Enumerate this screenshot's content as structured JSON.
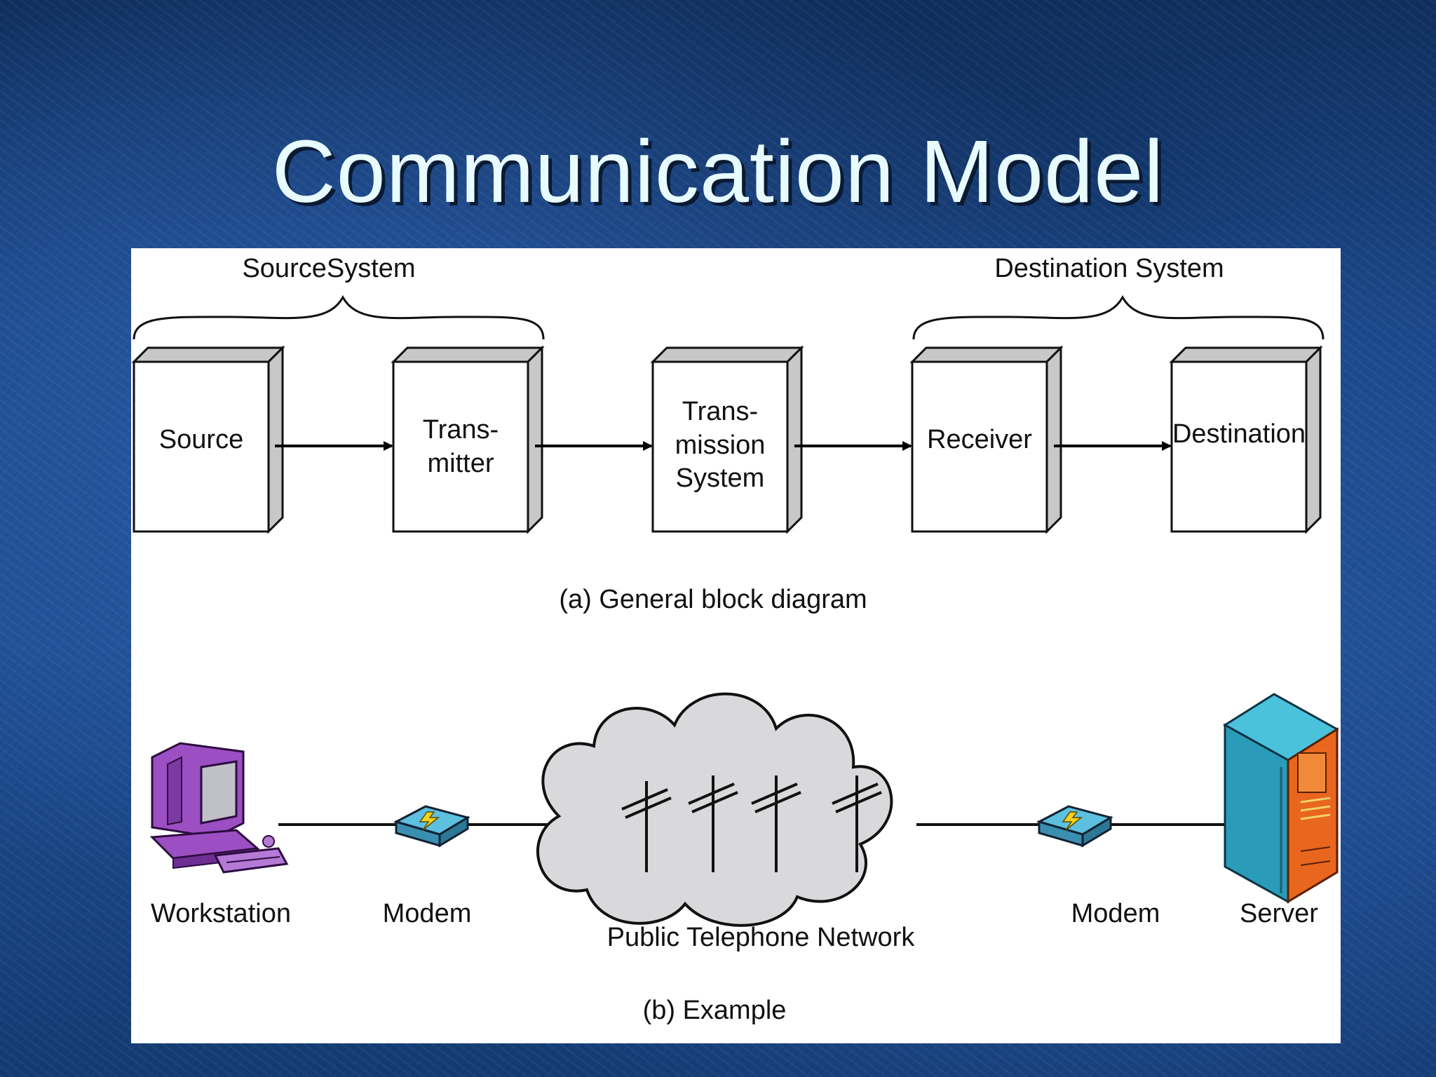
{
  "title": "Communication Model",
  "block_diagram": {
    "group_labels": {
      "source_system": "SourceSystem",
      "destination_system": "Destination System"
    },
    "blocks": [
      {
        "id": "source",
        "lines": [
          "Source"
        ]
      },
      {
        "id": "transmitter",
        "lines": [
          "Trans-",
          "mitter"
        ]
      },
      {
        "id": "transmission",
        "lines": [
          "Trans-",
          "mission",
          "System"
        ]
      },
      {
        "id": "receiver",
        "lines": [
          "Receiver"
        ]
      },
      {
        "id": "destination",
        "lines": [
          "Destination"
        ]
      }
    ],
    "caption": "(a) General block diagram"
  },
  "example": {
    "workstation": "Workstation",
    "modem_left": "Modem",
    "network": "Public Telephone Network",
    "modem_right": "Modem",
    "server": "Server",
    "caption": "(b) Example"
  },
  "colors": {
    "background": "#1e4d92",
    "title": "#e8fbff",
    "block_side": "#c8c8c8",
    "cloud": "#d9d9dc",
    "workstation": "#9b4fc2",
    "modem": "#4aa8c8",
    "server": "#2a9bb8",
    "server_accent": "#e8661e"
  },
  "icons": [
    "workstation-icon",
    "modem-icon",
    "cloud-icon",
    "telephone-pole-icon",
    "server-icon",
    "lightning-icon"
  ]
}
